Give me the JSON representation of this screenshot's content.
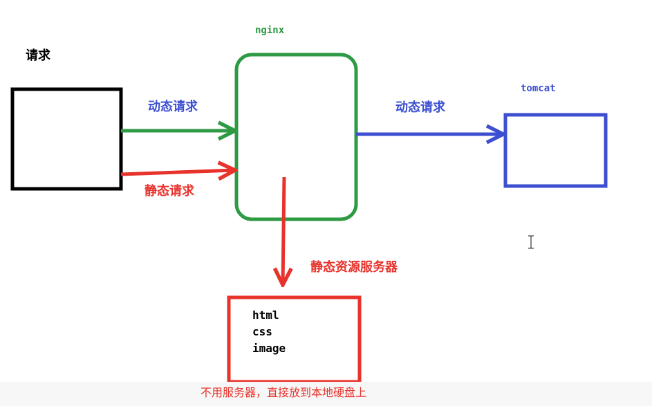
{
  "labels": {
    "request": "请求",
    "nginx": "nginx",
    "tomcat": "tomcat",
    "dynamic_request_left": "动态请求",
    "static_request": "静态请求",
    "dynamic_request_right": "动态请求",
    "static_resource_server": "静态资源服务器"
  },
  "resources": [
    "html",
    "css",
    "image"
  ],
  "caption": "不用服务器，直接放到本地硬盘上",
  "colors": {
    "nginx": "#2f9a44",
    "tomcat": "#3b4fd0",
    "dynamic_arrow_left": "#2f9a44",
    "dynamic_arrow_right": "#3b4fd0",
    "static_arrow": "#e8322c",
    "static_server": "#e8322c",
    "client": "#000000",
    "label_dynamic": "#3b4fd0",
    "label_static": "#e8322c",
    "label_nginx": "#2f9a44",
    "label_tomcat": "#3b4fd0"
  },
  "icons": {
    "cursor": "text-cursor-icon"
  }
}
